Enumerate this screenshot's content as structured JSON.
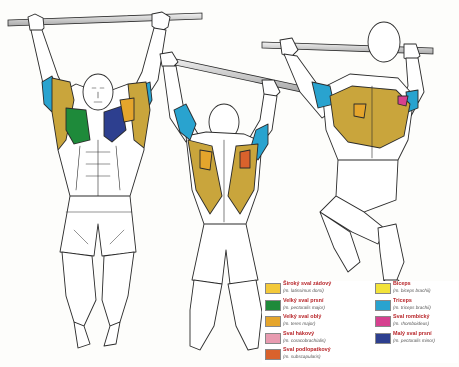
{
  "colors": {
    "outline": "#2a2a2a",
    "bar": "#cfcfcf",
    "latissimus": "#c9a53c",
    "pectoralis_major": "#1e8a3a",
    "teres_major": "#e5a52c",
    "coracobrachialis": "#e89bb0",
    "subscapularis": "#d9622c",
    "biceps": "#f2e33a",
    "triceps": "#29a3cf",
    "rhomboideus": "#d6408f",
    "pectoralis_minor": "#2d3f8f"
  },
  "legend": {
    "items": [
      {
        "name": "Široký sval zádový",
        "latin": "(m. latissimus dorsi)",
        "color": "#f3c93a"
      },
      {
        "name": "Velký sval prsní",
        "latin": "(m. pectoralis major)",
        "color": "#1e8a3a"
      },
      {
        "name": "Velký sval oblý",
        "latin": "(m. teres major)",
        "color": "#e5a52c"
      },
      {
        "name": "Sval hákový",
        "latin": "(m. coracobrachialis)",
        "color": "#e89bb0"
      },
      {
        "name": "Sval podlopatkový",
        "latin": "(m. subscapularis)",
        "color": "#d9622c"
      },
      {
        "name": "Biceps",
        "latin": "(m. biceps brachii)",
        "color": "#f2e33a"
      },
      {
        "name": "Triceps",
        "latin": "(m. triceps brachii)",
        "color": "#29a3cf"
      },
      {
        "name": "Sval rombický",
        "latin": "(m. rhomboideus)",
        "color": "#d6408f"
      },
      {
        "name": "Malý sval prsní",
        "latin": "(m. pectoralis minor)",
        "color": "#2d3f8f"
      }
    ]
  }
}
